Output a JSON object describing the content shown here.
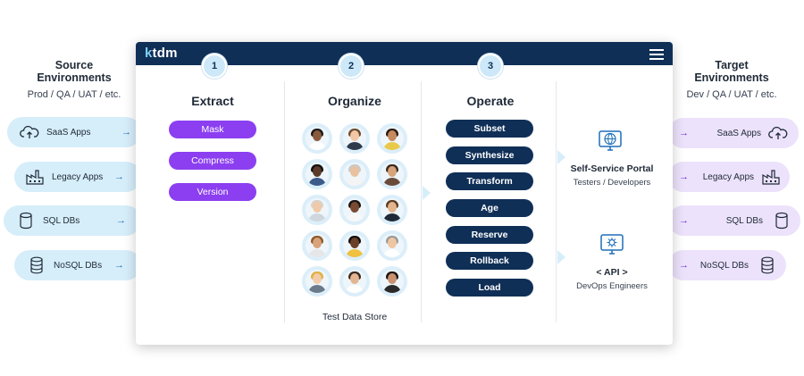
{
  "source": {
    "title_line1": "Source",
    "title_line2": "Environments",
    "subtitle": "Prod / QA / UAT / etc.",
    "items": [
      {
        "label": "SaaS Apps",
        "icon": "cloud-upload-icon"
      },
      {
        "label": "Legacy Apps",
        "icon": "factory-icon"
      },
      {
        "label": "SQL DBs",
        "icon": "database-icon"
      },
      {
        "label": "NoSQL DBs",
        "icon": "stacked-database-icon"
      }
    ],
    "arrow": "→"
  },
  "target": {
    "title_line1": "Target",
    "title_line2": "Environments",
    "subtitle": "Dev / QA / UAT / etc.",
    "items": [
      {
        "label": "SaaS Apps",
        "icon": "cloud-upload-icon"
      },
      {
        "label": "Legacy Apps",
        "icon": "factory-icon"
      },
      {
        "label": "SQL DBs",
        "icon": "database-icon"
      },
      {
        "label": "NoSQL DBs",
        "icon": "stacked-database-icon"
      }
    ],
    "arrow": "→"
  },
  "app": {
    "logo_prefix": "k",
    "logo_rest": "tdm",
    "menu_icon": "hamburger-menu-icon"
  },
  "steps": [
    {
      "number": "1",
      "title": "Extract"
    },
    {
      "number": "2",
      "title": "Organize"
    },
    {
      "number": "3",
      "title": "Operate"
    }
  ],
  "extract": {
    "buttons": [
      "Mask",
      "Compress",
      "Version"
    ]
  },
  "organize": {
    "store_label": "Test Data Store"
  },
  "operate": {
    "buttons": [
      "Subset",
      "Synthesize",
      "Transform",
      "Age",
      "Reserve",
      "Rollback",
      "Load"
    ]
  },
  "outputs": [
    {
      "title": "Self-Service Portal",
      "subtitle": "Testers / Developers",
      "icon": "globe-monitor-icon"
    },
    {
      "title": "< API >",
      "subtitle": "DevOps Engineers",
      "icon": "api-monitor-icon"
    }
  ],
  "colors": {
    "navy": "#0f2f57",
    "purple": "#8b3ff0",
    "source_pill": "#d6eefa",
    "target_pill": "#ece2fb",
    "icon_blue": "#1d6fb8"
  }
}
